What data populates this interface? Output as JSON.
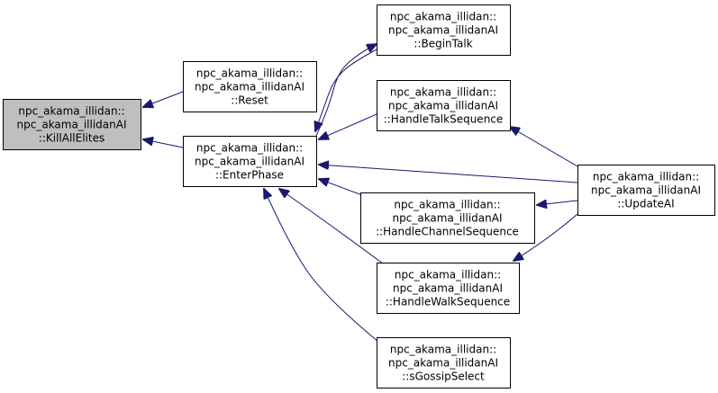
{
  "graph": {
    "colors": {
      "node_fill": "#ffffff",
      "highlight_fill": "#bfbfbf",
      "border": "#000000",
      "edge": "#191970"
    },
    "nodes": [
      {
        "id": "killallelites",
        "highlight": true,
        "lines": [
          "npc_akama_illidan::",
          "npc_akama_illidanAI",
          "::KillAllElites"
        ]
      },
      {
        "id": "reset",
        "highlight": false,
        "lines": [
          "npc_akama_illidan::",
          "npc_akama_illidanAI",
          "::Reset"
        ]
      },
      {
        "id": "enterphase",
        "highlight": false,
        "lines": [
          "npc_akama_illidan::",
          "npc_akama_illidanAI",
          "::EnterPhase"
        ]
      },
      {
        "id": "begintalk",
        "highlight": false,
        "lines": [
          "npc_akama_illidan::",
          "npc_akama_illidanAI",
          "::BeginTalk"
        ]
      },
      {
        "id": "handletalksequence",
        "highlight": false,
        "lines": [
          "npc_akama_illidan::",
          "npc_akama_illidanAI",
          "::HandleTalkSequence"
        ]
      },
      {
        "id": "handlechannelsequence",
        "highlight": false,
        "lines": [
          "npc_akama_illidan::",
          "npc_akama_illidanAI",
          "::HandleChannelSequence"
        ]
      },
      {
        "id": "handlewalksequence",
        "highlight": false,
        "lines": [
          "npc_akama_illidan::",
          "npc_akama_illidanAI",
          "::HandleWalkSequence"
        ]
      },
      {
        "id": "sgossipselect",
        "highlight": false,
        "lines": [
          "npc_akama_illidan::",
          "npc_akama_illidanAI",
          "::sGossipSelect"
        ]
      },
      {
        "id": "updateai",
        "highlight": false,
        "lines": [
          "npc_akama_illidan::",
          "npc_akama_illidanAI",
          "::UpdateAI"
        ]
      }
    ],
    "edges": [
      {
        "from": "reset",
        "to": "killallelites"
      },
      {
        "from": "enterphase",
        "to": "killallelites"
      },
      {
        "from": "begintalk",
        "to": "enterphase"
      },
      {
        "from": "handletalksequence",
        "to": "enterphase"
      },
      {
        "from": "updateai",
        "to": "enterphase"
      },
      {
        "from": "handlechannelsequence",
        "to": "enterphase"
      },
      {
        "from": "handlewalksequence",
        "to": "enterphase"
      },
      {
        "from": "sgossipselect",
        "to": "enterphase"
      },
      {
        "from": "enterphase",
        "to": "begintalk"
      },
      {
        "from": "updateai",
        "to": "handletalksequence"
      },
      {
        "from": "updateai",
        "to": "handlechannelsequence"
      },
      {
        "from": "updateai",
        "to": "handlewalksequence"
      }
    ]
  }
}
